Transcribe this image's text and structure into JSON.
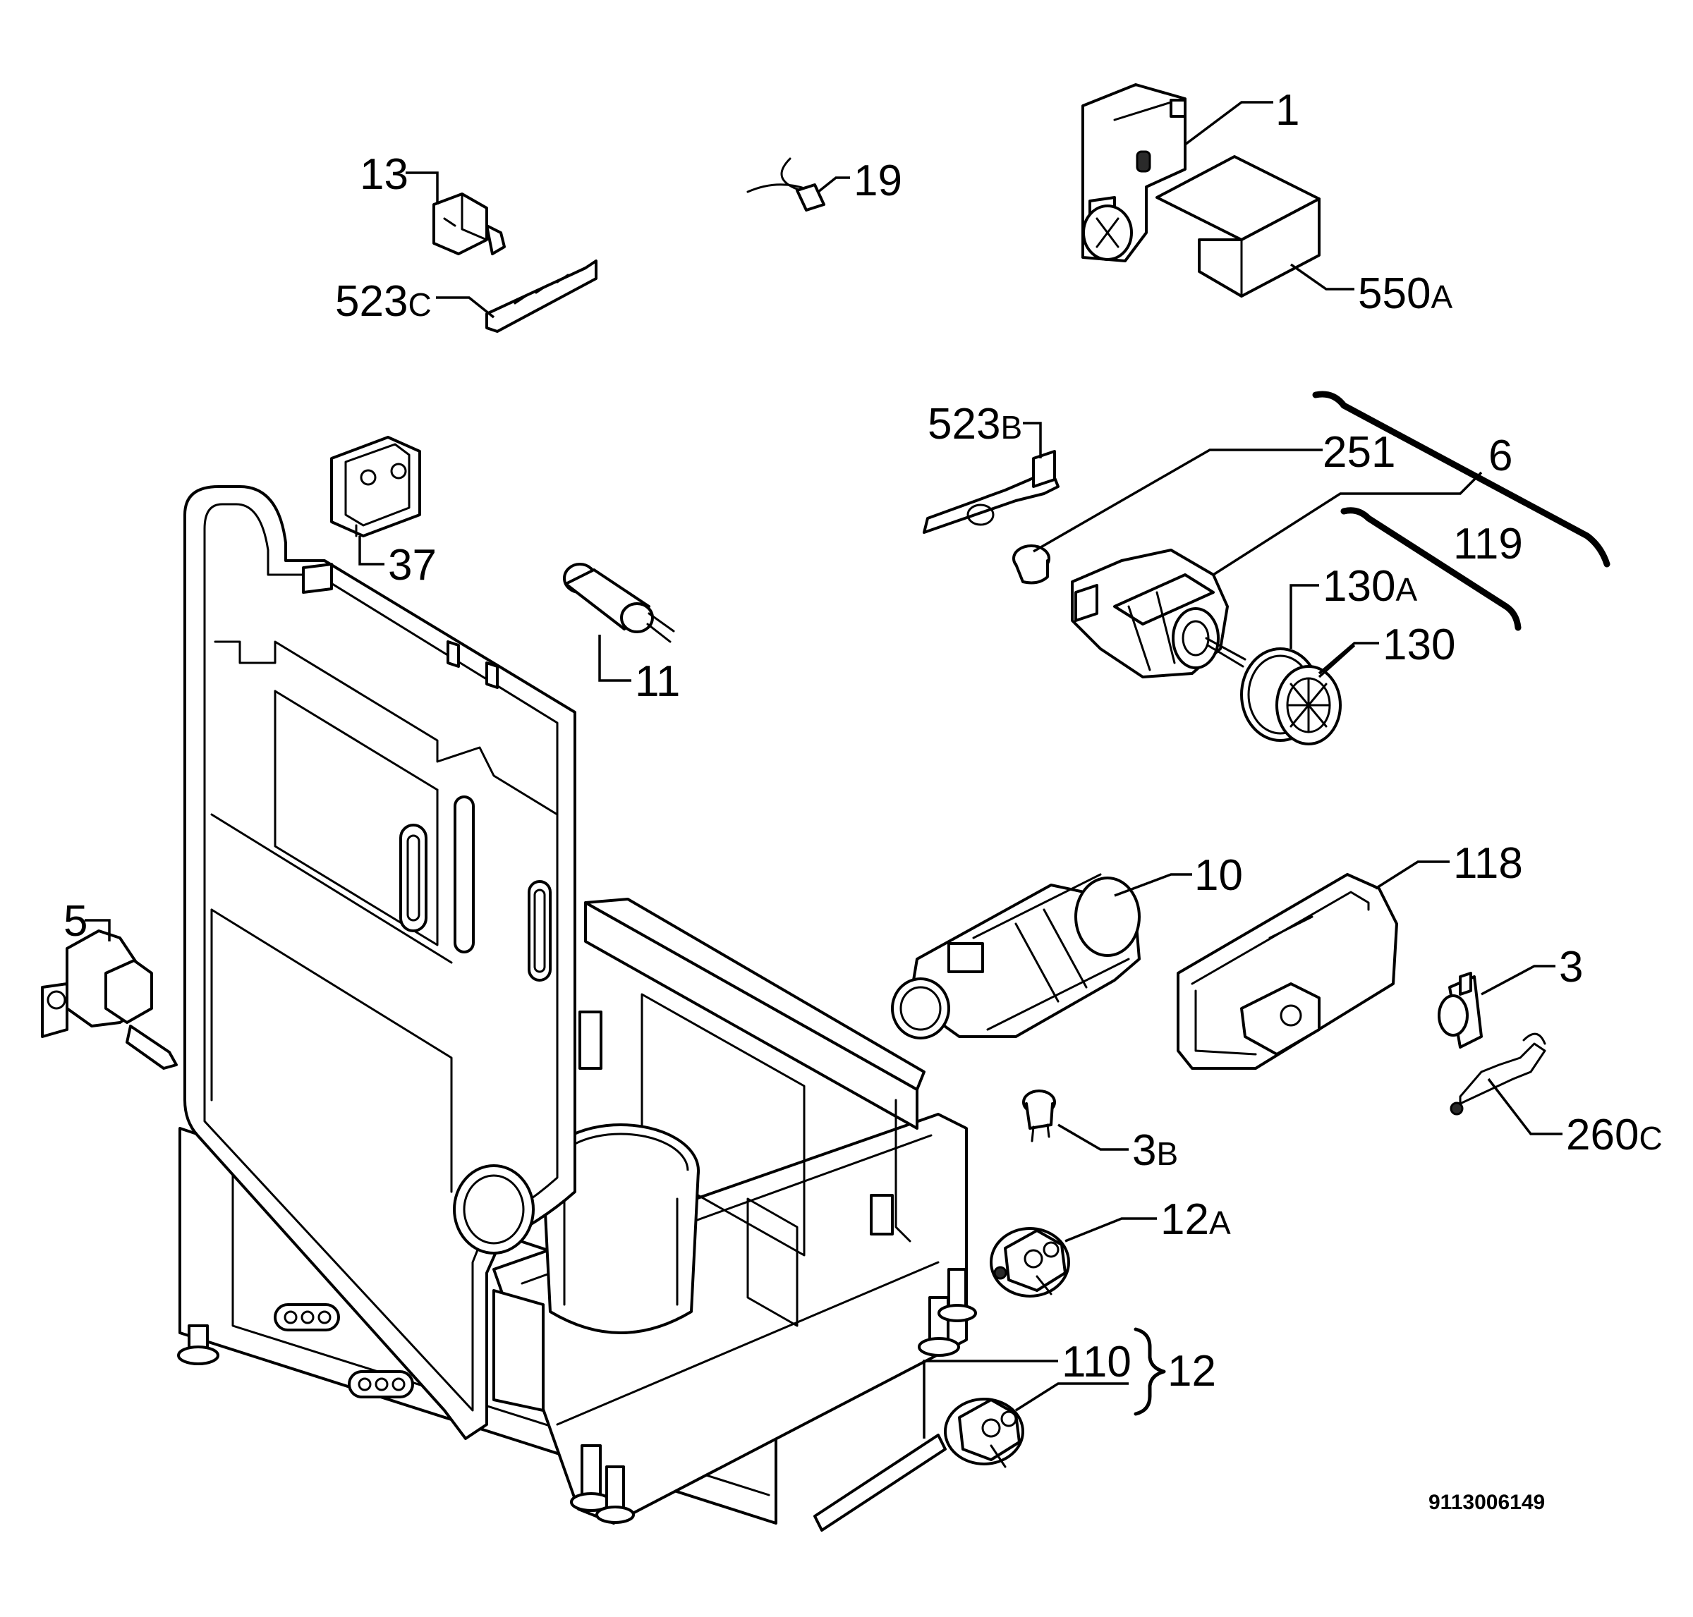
{
  "document_number": "9113006149",
  "callouts": {
    "p1": "1",
    "p550": "550",
    "p550_suffix": "A",
    "p13": "13",
    "p19": "19",
    "p523c": "523",
    "p523c_suffix": "C",
    "p523b": "523",
    "p523b_suffix": "B",
    "p251": "251",
    "p6": "6",
    "p119": "119",
    "p130a": "130",
    "p130a_suffix": "A",
    "p130": "130",
    "p37": "37",
    "p11": "11",
    "p10": "10",
    "p118": "118",
    "p5": "5",
    "p3": "3",
    "p3b": "3",
    "p3b_suffix": "B",
    "p260c": "260",
    "p260c_suffix": "C",
    "p12a": "12",
    "p12a_suffix": "A",
    "p110": "110",
    "p12": "12"
  }
}
